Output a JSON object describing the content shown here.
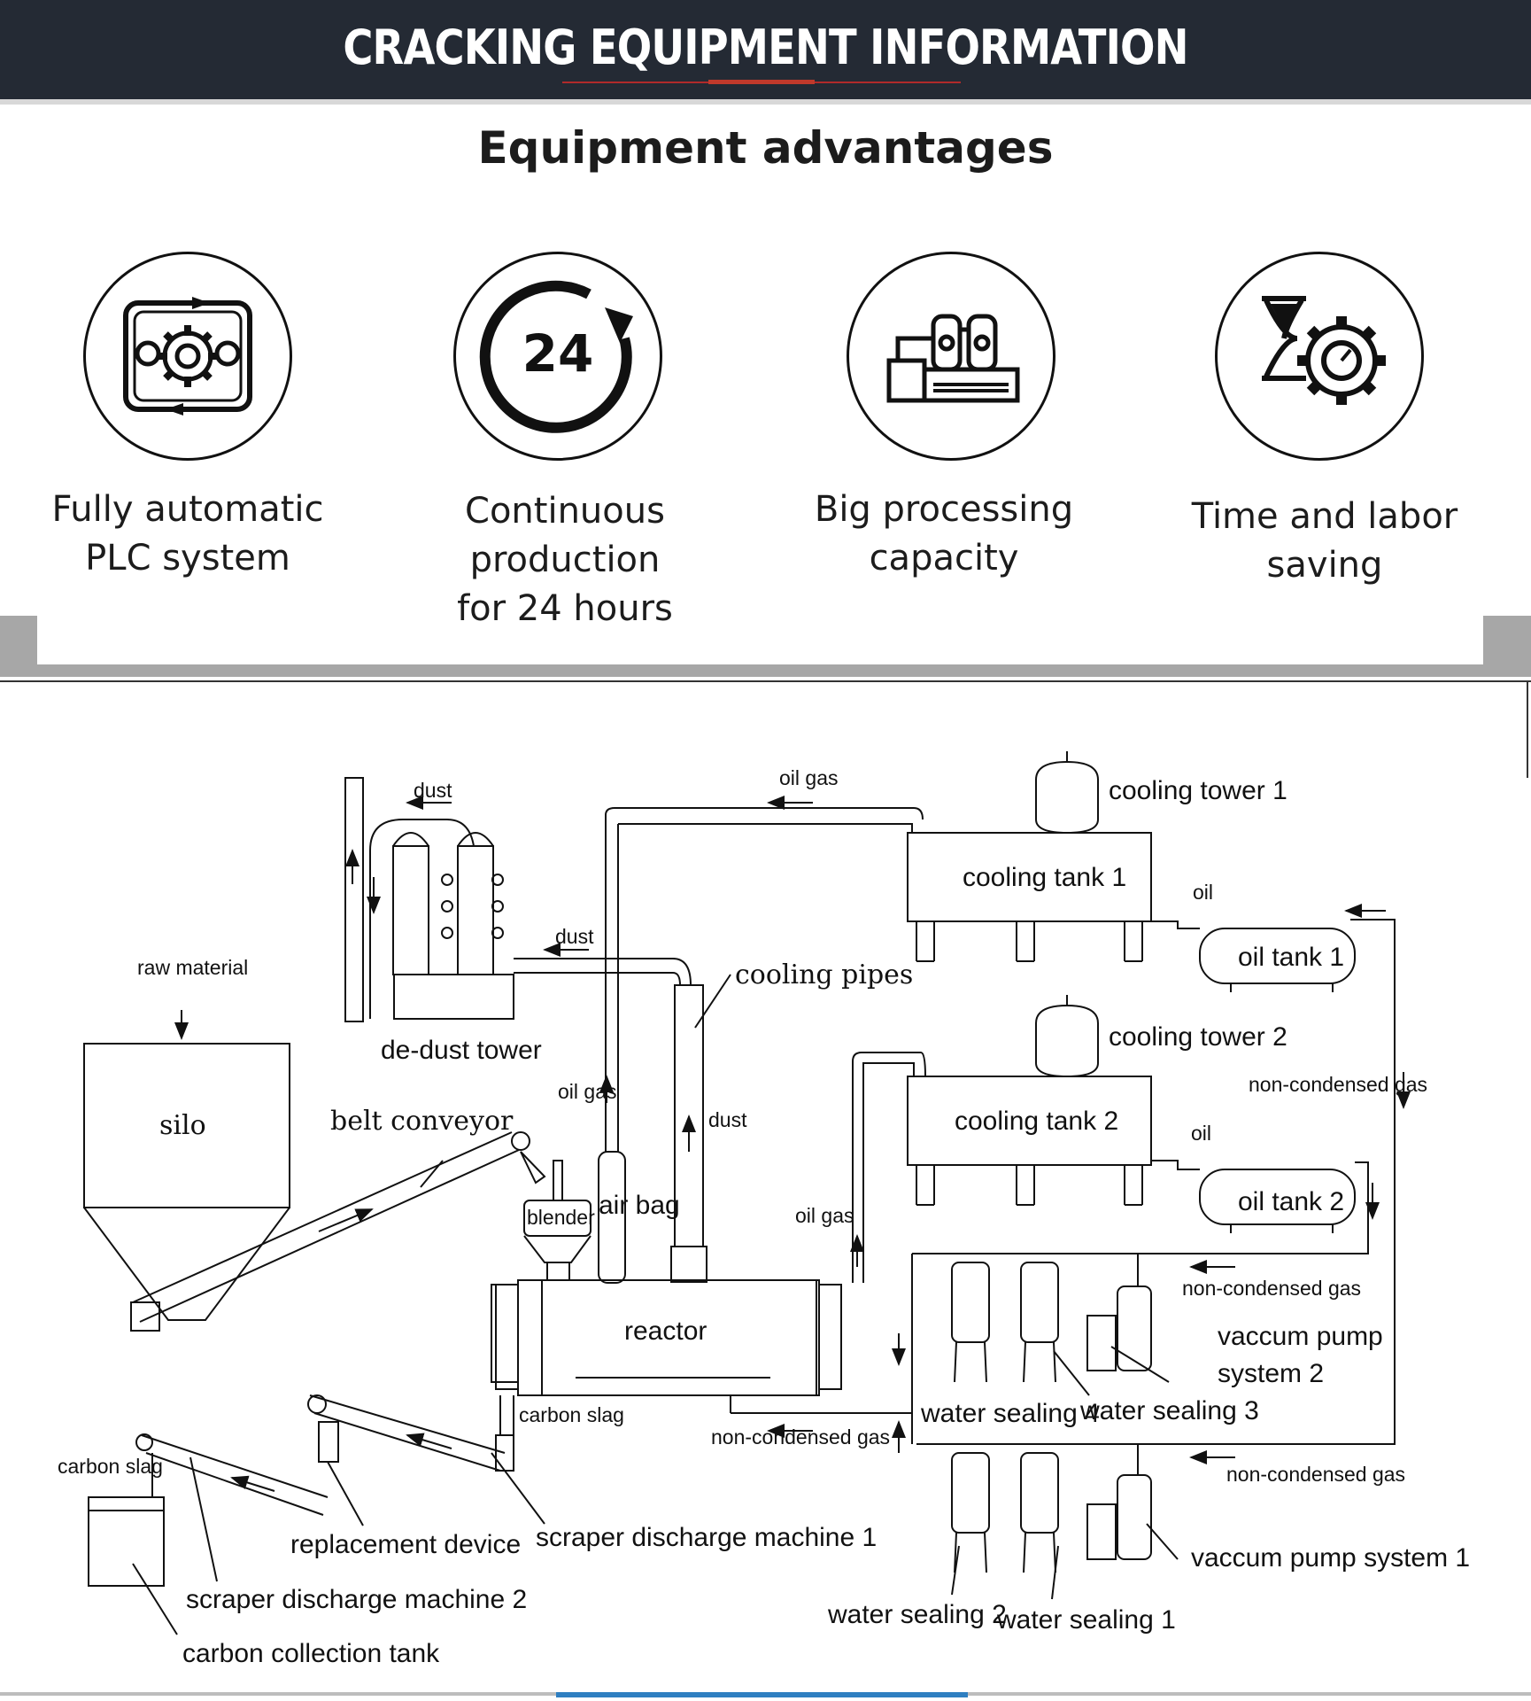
{
  "header": {
    "title": "CRACKING EQUIPMENT INFORMATION"
  },
  "advantages": {
    "title": "Equipment advantages",
    "items": [
      {
        "icon": "automation-gear-icon",
        "label": "Fully automatic\nPLC system"
      },
      {
        "icon": "24-hour-cycle-icon",
        "icon_text": "24",
        "label": "Continuous\nproduction\nfor 24 hours"
      },
      {
        "icon": "factory-icon",
        "label": "Big processing\ncapacity"
      },
      {
        "icon": "hourglass-gear-icon",
        "label": "Time and labor\nsaving"
      }
    ]
  },
  "diagram": {
    "labels": {
      "dust_top": "dust",
      "oil_gas_top": "oil gas",
      "cooling_tower_1": "cooling tower 1",
      "cooling_tank_1": "cooling tank 1",
      "oil_1": "oil",
      "oil_tank_1": "oil tank 1",
      "dust_mid": "dust",
      "cooling_pipes": "cooling pipes",
      "raw_material": "raw material",
      "de_dust_tower": "de-dust tower",
      "cooling_tower_2": "cooling tower 2",
      "non_condensed_gas_right": "non-condensed gas",
      "silo": "silo",
      "belt_conveyor": "belt conveyor",
      "oil_gas_mid": "oil gas",
      "dust_lower": "dust",
      "cooling_tank_2": "cooling tank 2",
      "oil_2": "oil",
      "oil_tank_2": "oil tank 2",
      "blender": "blender",
      "air_bag": "air bag",
      "oil_gas_lower": "oil gas",
      "non_condensed_gas_mid": "non-condensed gas",
      "reactor": "reactor",
      "vaccum_pump_system_2_line1": "vaccum pump",
      "vaccum_pump_system_2_line2": "system 2",
      "water_sealing_4": "water sealing 4",
      "water_sealing_3": "water sealing 3",
      "carbon_slag_1": "carbon slag",
      "non_condensed_gas_bottom": "non-condensed gas",
      "non_condensed_gas_lower_right": "non-condensed gas",
      "carbon_slag_2": "carbon slag",
      "replacement_device": "replacement device",
      "scraper_discharge_machine_1": "scraper discharge machine 1",
      "vaccum_pump_system_1": "vaccum pump system 1",
      "scraper_discharge_machine_2": "scraper discharge machine 2",
      "water_sealing_2": "water sealing 2",
      "water_sealing_1": "water sealing 1",
      "carbon_collection_tank": "carbon collection tank"
    }
  },
  "colors": {
    "header_bg": "#242a34",
    "accent_red": "#c0392b",
    "accent_blue": "#2f7fc1",
    "frame_gray": "#a7a7a7"
  }
}
